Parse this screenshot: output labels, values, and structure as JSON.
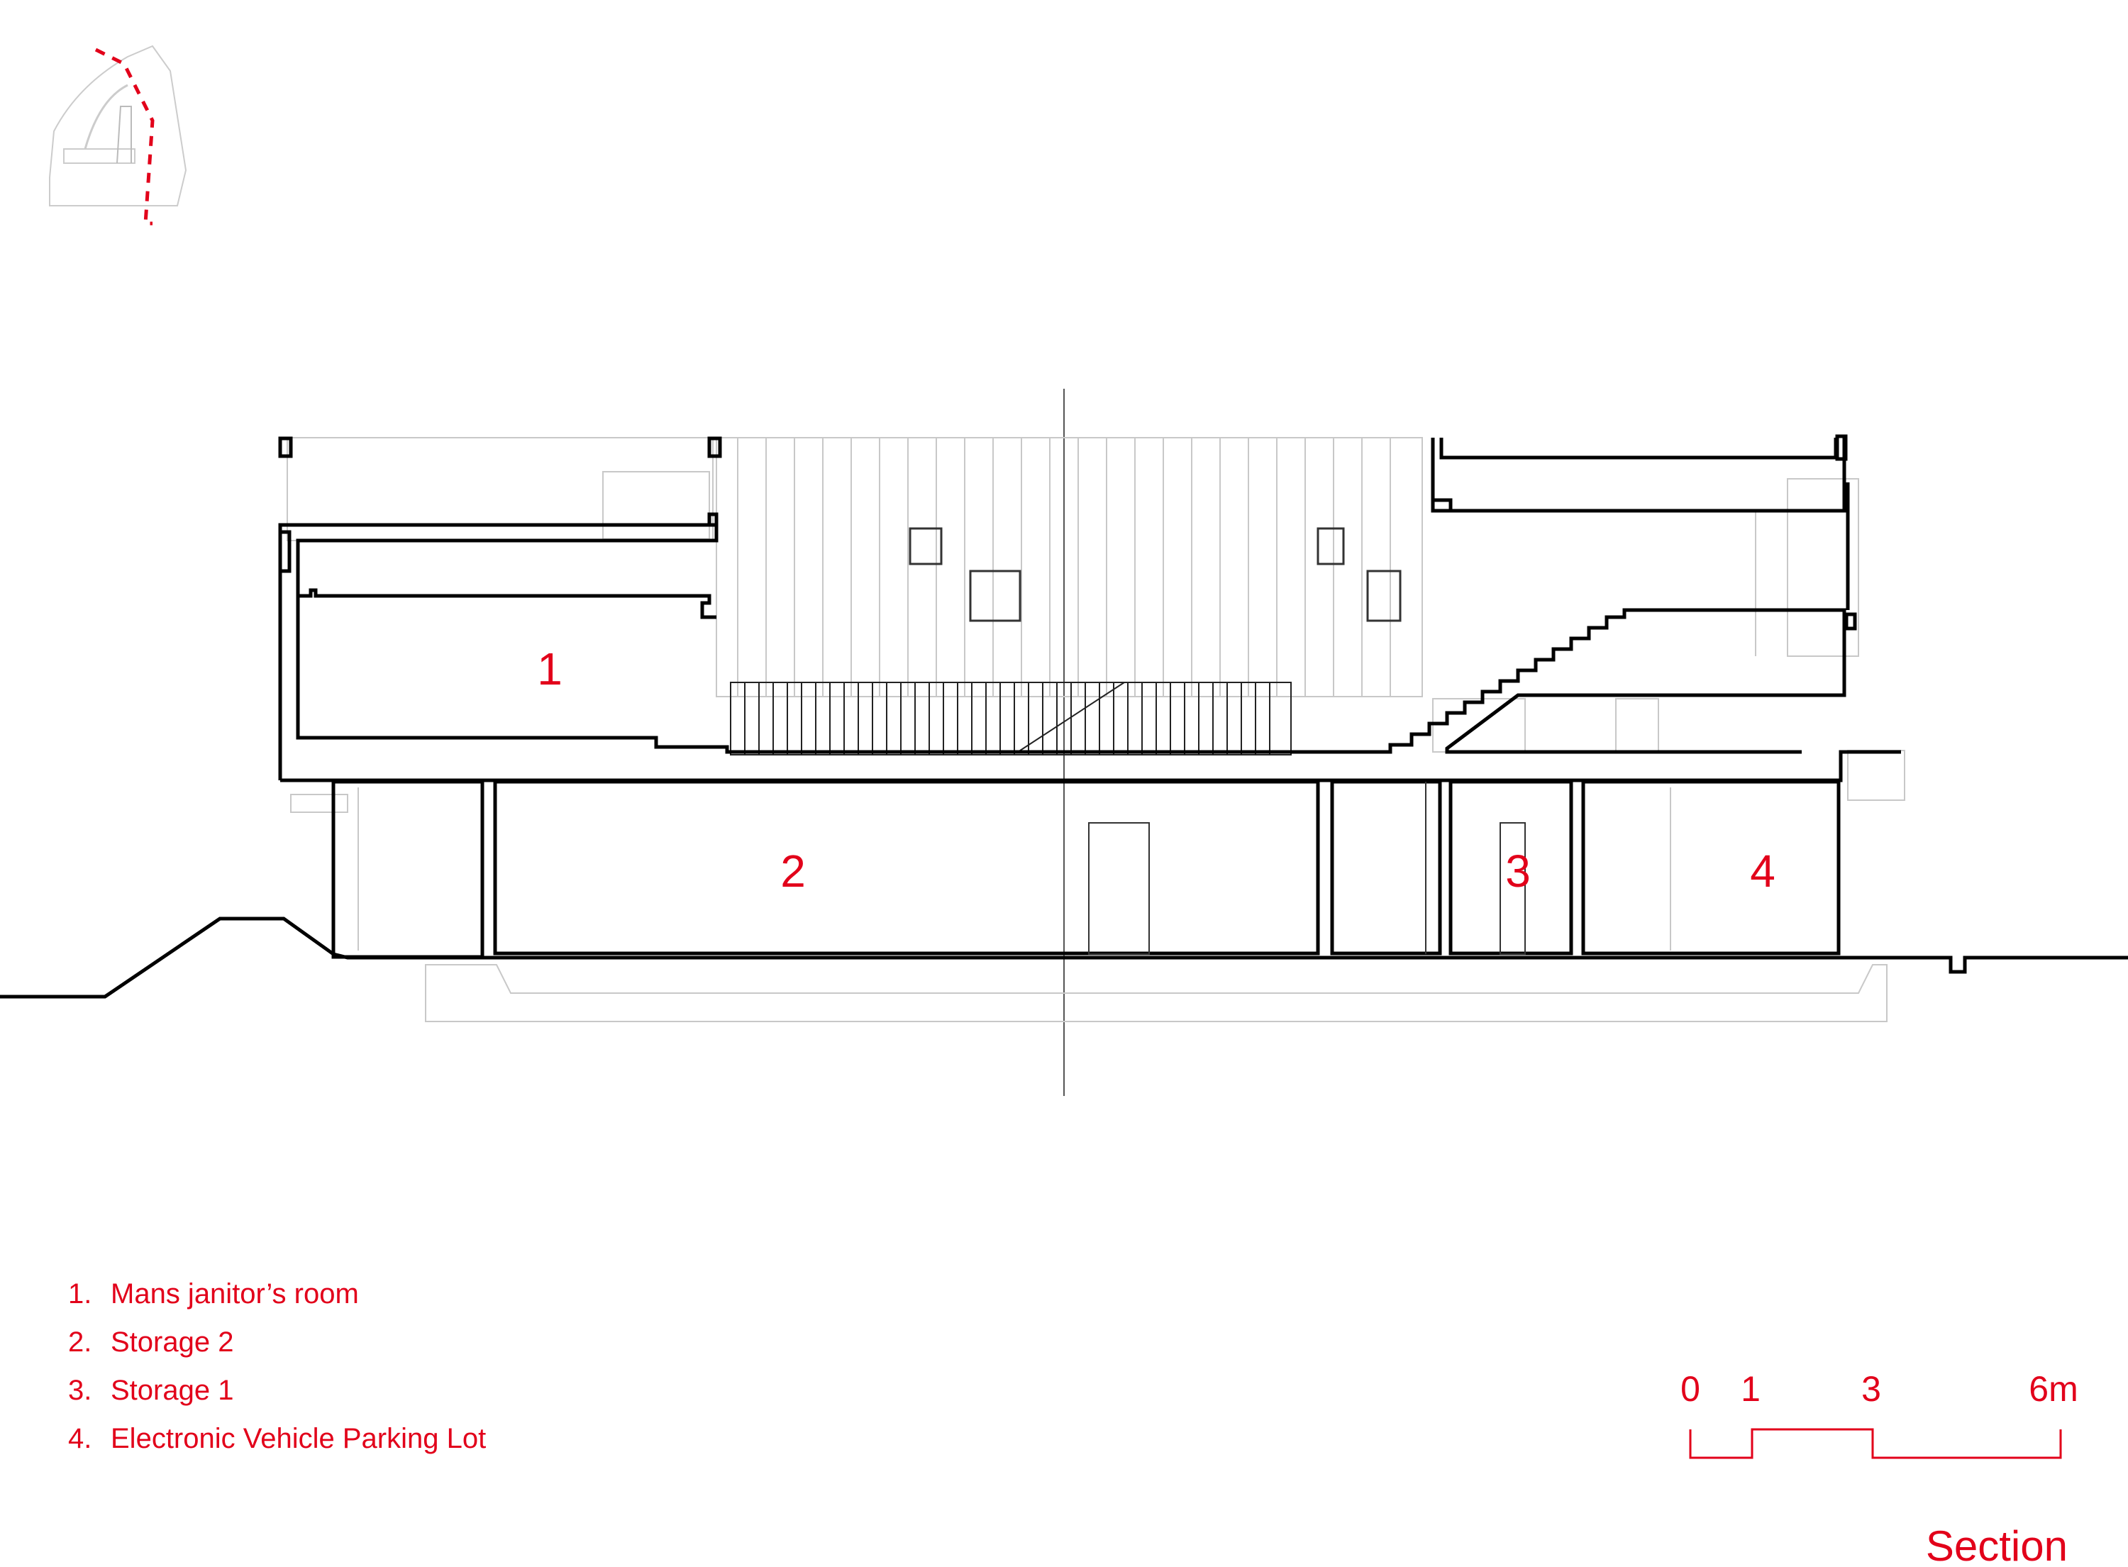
{
  "rooms": [
    {
      "number": "1",
      "label": "Mans janitor’s room"
    },
    {
      "number": "2",
      "label": "Storage 2"
    },
    {
      "number": "3",
      "label": "Storage 1"
    },
    {
      "number": "4",
      "label": "Electronic Vehicle Parking Lot"
    }
  ],
  "legend": [
    {
      "num": "1.",
      "text": "Mans janitor’s room"
    },
    {
      "num": "2.",
      "text": "Storage 2"
    },
    {
      "num": "3.",
      "text": "Storage 1"
    },
    {
      "num": "4.",
      "text": "Electronic Vehicle Parking Lot"
    }
  ],
  "scale_bar": {
    "ticks": [
      "0",
      "1",
      "3",
      "6m"
    ]
  },
  "title": "Section",
  "colors": {
    "accent": "#e2001a",
    "line": "#000000",
    "thin_line": "#bdbdbd"
  }
}
